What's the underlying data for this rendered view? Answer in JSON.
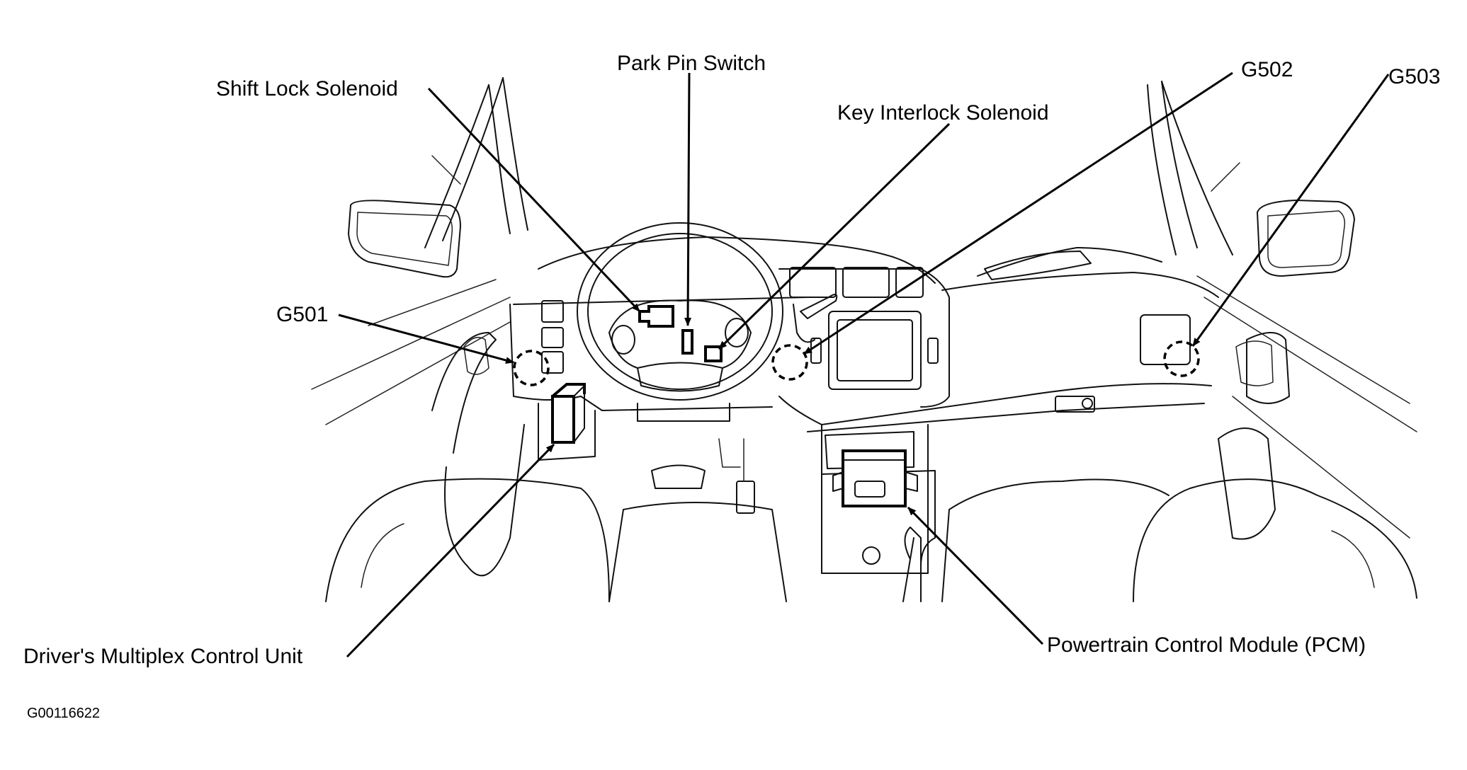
{
  "diagram": {
    "figure_id": "G00116622",
    "labels": {
      "shift_lock_solenoid": "Shift Lock Solenoid",
      "park_pin_switch": "Park Pin Switch",
      "key_interlock_solenoid": "Key Interlock Solenoid",
      "g501": "G501",
      "g502": "G502",
      "g503": "G503",
      "drivers_multiplex_control_unit": "Driver's Multiplex Control Unit",
      "powertrain_control_module": "Powertrain Control Module (PCM)"
    }
  }
}
